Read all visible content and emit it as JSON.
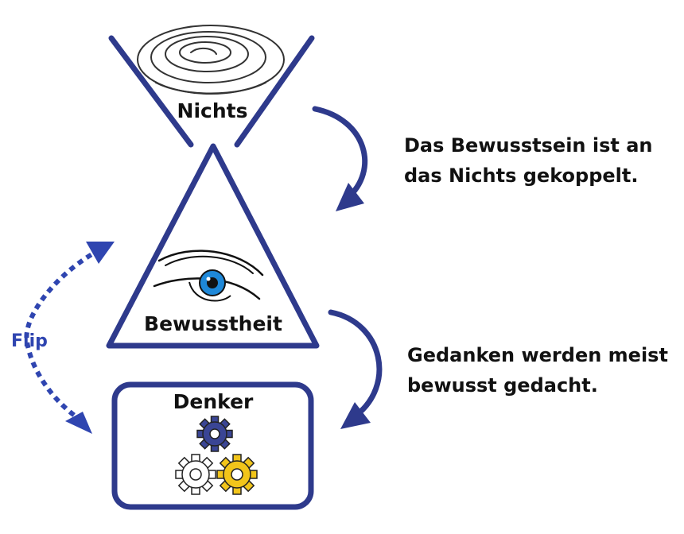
{
  "nodes": {
    "nothing": {
      "label": "Nichts"
    },
    "awareness": {
      "label": "Bewusstheit"
    },
    "thinker": {
      "label": "Denker"
    }
  },
  "flip": {
    "label": "Flip"
  },
  "notes": {
    "top": {
      "line1": "Das Bewusstsein ist an",
      "line2": "das Nichts gekoppelt."
    },
    "bottom": {
      "line1": "Gedanken werden meist",
      "line2": "bewusst gedacht."
    }
  },
  "colors": {
    "primary": "#2e3a8c",
    "flip": "#2f45b0",
    "iris": "#1e88d8",
    "gear_blue": "#3a4595",
    "gear_yellow": "#f2c51a",
    "gear_white": "#ffffff"
  },
  "icons": {
    "swirl": "swirl-icon",
    "eye": "eye-icon",
    "gears": "gears-icon"
  }
}
